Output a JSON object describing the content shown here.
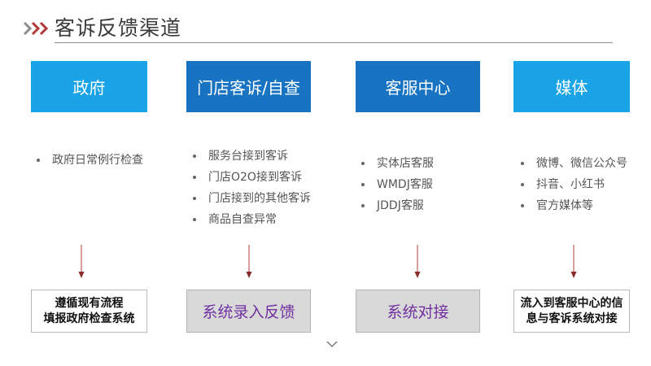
{
  "title": "客诉反馈渠道",
  "columns": [
    {
      "header": "政府",
      "items": [
        "政府日常例行检查"
      ],
      "footer_lines": [
        "遵循现有流程",
        "填报政府检查系统"
      ]
    },
    {
      "header": "门店客诉/自查",
      "items": [
        "服务台接到客诉",
        "门店O2O接到客诉",
        "门店接到的其他客诉",
        "商品自查异常"
      ],
      "footer_lines": [
        "系统录入反馈"
      ]
    },
    {
      "header": "客服中心",
      "items": [
        "实体店客服",
        "WMDJ客服",
        "JDDJ客服"
      ],
      "footer_lines": [
        "系统对接"
      ]
    },
    {
      "header": "媒体",
      "items": [
        "微博、微信公众号",
        "抖音、小红书",
        "官方媒体等"
      ],
      "footer_lines": [
        "流入到客服中心的信",
        "息与客诉系统对接"
      ]
    }
  ],
  "colors": {
    "header_light": "#1aa3e6",
    "header_dark": "#1874c2",
    "accent_red": "#b03a3a",
    "footer_purple": "#7030a0"
  },
  "icons": {
    "title_marker": "triple-chevron-right-icon",
    "scroll_hint": "chevron-down-icon"
  }
}
